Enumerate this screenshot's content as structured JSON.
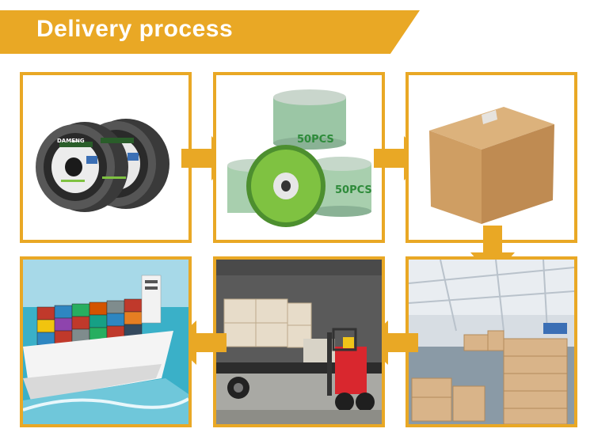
{
  "banner": {
    "title": "Delivery process"
  },
  "colors": {
    "accent": "#e9a825",
    "frame": "#e9a825",
    "wheel_green": "#7fc241"
  },
  "steps": [
    {
      "id": "discs",
      "brand_text": "DAMENG"
    },
    {
      "id": "tins",
      "label_top": "50PCS",
      "label_bottom": "50PCS"
    },
    {
      "id": "carton"
    },
    {
      "id": "warehouse"
    },
    {
      "id": "truck-loading"
    },
    {
      "id": "container-ship"
    }
  ],
  "arrows": [
    "arrow-right",
    "arrow-right",
    "arrow-down",
    "arrow-left",
    "arrow-left"
  ]
}
